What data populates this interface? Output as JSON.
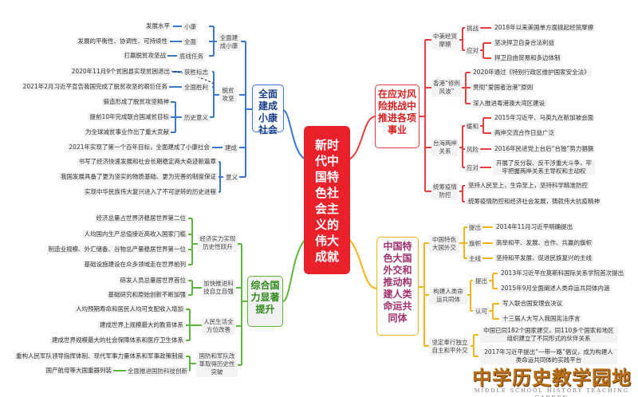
{
  "center": {
    "title": "新时代中国特色社会主义的伟大成就"
  },
  "tl": {
    "title": "全面建成小康社会",
    "labels": [
      "全面建成小康",
      "小康",
      "全面",
      "底线任务",
      "脱贫攻坚",
      "获胜标志",
      "全面胜利",
      "历史意义",
      "建成",
      "意义"
    ],
    "leaves": [
      "发展水平",
      "发展的平衡性、协调性、可持续性",
      "打赢脱贫攻坚战",
      "2020年11月9个贫困县实现贫困退出",
      "2021年2月习近平宣告我国完成了脱贫攻坚的艰巨任务",
      "锻造形成了脱贫攻坚精神",
      "提前10年完成联合国减贫目标",
      "为全球减贫事业作出了重大贡献",
      "2021年实现了第一个百年目标，全面建成了小康社会",
      "书写了经济快速发展和社会长期稳定两大奇迹新篇章",
      "我国发展具备了更为坚实的物质基础、更为完善的制度保证",
      "实现中华民族伟大复兴进入了不可逆转的历史进程"
    ]
  },
  "bl": {
    "title": "综合国力显著提升",
    "labels": [
      "经济实力实现历史性跃升",
      "加快推进科技自立自强",
      "人民生活全方位改善",
      "国防和军队改革取得历史性突破",
      "全面推进国防科技创新"
    ],
    "leaves": [
      "经济总量占世界济稳居世界第二位",
      "人均国内生产总值接近高收入国家门槛",
      "制造业规模、外汇储备、谷物总产量稳居世界第一位",
      "基础设施建设在众多领域走在世界前列",
      "研发人员总量居世界首位",
      "基础研究和原始创新不断加强",
      "人均预期寿命和居民人均可支配收入增加",
      "建成世界上规模最大的教育体系",
      "建成世界规模最大的社会保障体系和医疗卫生体系",
      "重构人民军队领导指挥体制、现代军事力量体系和军事政策制度",
      "国产航母等大国重器列装"
    ]
  },
  "tr": {
    "title": "在应对风险挑战中推进各项事业",
    "labels": [
      "中美经贸摩擦",
      "挑战",
      "应对",
      "香港“修例风波”",
      "台海两岸关系",
      "缓和",
      "风险",
      "应对",
      "统筹疫情防控"
    ],
    "leaves": [
      "2018年以来美国单方面挑起经贸摩擦",
      "坚决捍卫自身合法利益",
      "捍卫自由贸易和多边体制",
      "2020年通过《特别行政区维护国家安全法》",
      "贯彻“爱国者治港”原则",
      "深入推进粤港澳大湾区建设",
      "2015年习近平、马英九在新加坡会面",
      "两岸交流合作日益广泛",
      "2016年民进党上台后“台独”势力猖獗",
      "开展了反分裂、反干涉重大斗争，牢牢把握两岸关系主导权和主动权",
      "坚持人民至上，生命至上，坚持科学精准防控",
      "统筹疫情防控和经济社会发展，铸就伟大抗疫精神"
    ]
  },
  "br": {
    "title": "中国特色大国外交和推动构建人类命运共同体",
    "labels": [
      "中国特色大国外交",
      "提出",
      "旗帜",
      "主线",
      "构建人类命运共同体",
      "提出",
      "认可",
      "坚定奉行独立自主和平外交"
    ],
    "leaves": [
      "2014年11月习近平明确提出",
      "高举和平、发展、合作、共赢的旗帜",
      "坚持和平发展，促进民族复兴的主线",
      "2013年习近平在莫斯科国际关系学院首次提出",
      "2015年9月全面阐述人类命运共同体内涵",
      "写入联合国安理会决议",
      "十三届人大写入我国宪法序言",
      "中国已同182个国家建交，同110多个国家和地区组织建立了不同形式的伙伴关系",
      "2017年习近平提出“一带一路”倡议，成为构建人类命运共同体的实践平台"
    ]
  },
  "logo": {
    "cn": "中学历史教学园地",
    "en": "MIDDLE SCHOOL HISTORY TEACHING GARDEN"
  },
  "colors": {
    "center": "#e8212b",
    "blue": "#3a78d0",
    "green": "#5cb83c",
    "red": "#e84040",
    "orange": "#f5b31c",
    "purple": "#a0306e"
  }
}
